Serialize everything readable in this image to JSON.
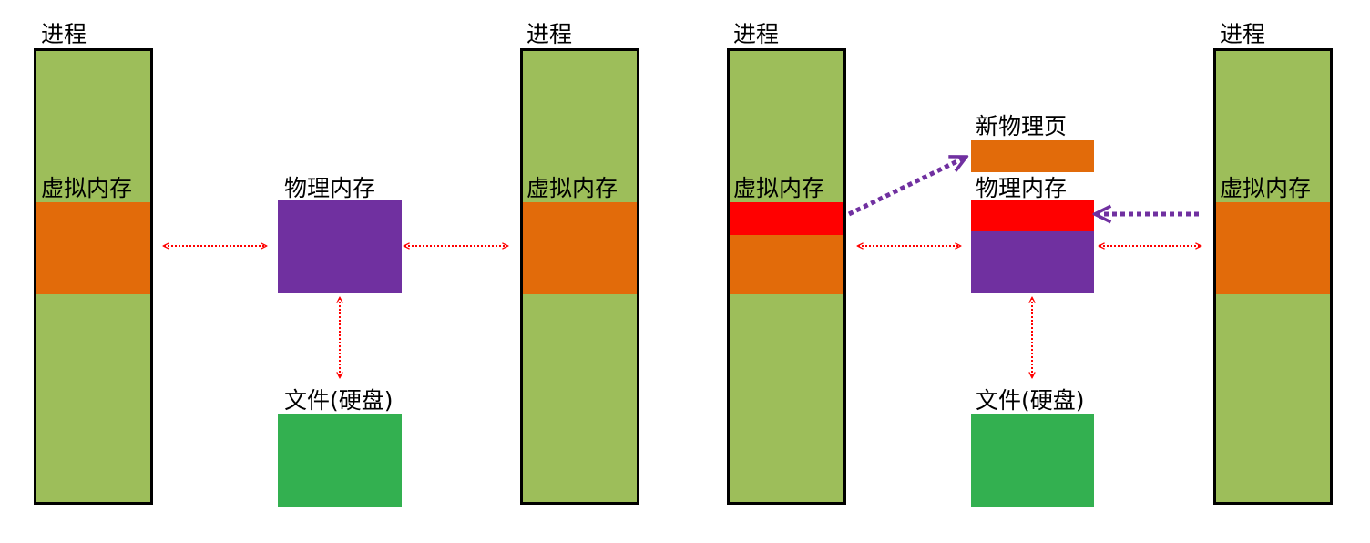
{
  "labels": {
    "process": "进程",
    "virtual_memory": "虚拟内存",
    "physical_memory": "物理内存",
    "file_disk": "文件(硬盘)",
    "new_physical_page": "新物理页"
  },
  "colors": {
    "process_body": "#9dbe5a",
    "vm_region": "#e26b0a",
    "physical_memory": "#7030a0",
    "file_disk": "#33b050",
    "new_page": "#e26b0a",
    "modified_page": "#ff0000",
    "mapping_arrow": "#ff0000",
    "cow_arrow": "#7030a0",
    "border": "#000000"
  }
}
